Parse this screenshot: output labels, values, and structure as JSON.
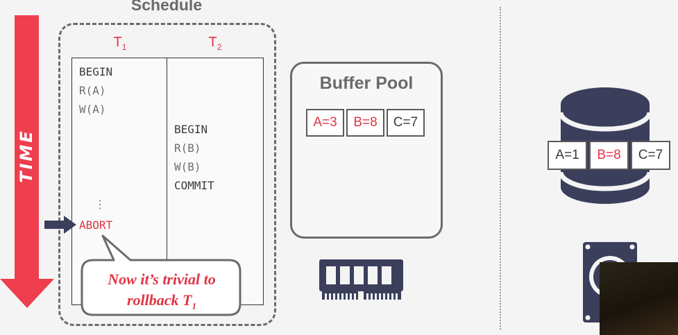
{
  "time_label": "TIME",
  "schedule": {
    "title": "Schedule",
    "t1_header": {
      "base": "T",
      "sub": "1"
    },
    "t2_header": {
      "base": "T",
      "sub": "2"
    },
    "t1_ops": [
      "BEGIN",
      "R(A)",
      "W(A)"
    ],
    "t2_ops": [
      "BEGIN",
      "R(B)",
      "W(B)",
      "COMMIT"
    ],
    "ellipsis": "⋮",
    "abort": "ABORT"
  },
  "callout": {
    "line1": "Now it’s trivial to",
    "line2_base": "rollback T",
    "line2_sub": "1"
  },
  "buffer_pool": {
    "title": "Buffer Pool",
    "cells": [
      {
        "label": "A=3",
        "color": "#e03545"
      },
      {
        "label": "B=8",
        "color": "#e03545"
      },
      {
        "label": "C=7",
        "color": "#3a3a3a"
      }
    ]
  },
  "disk": {
    "cells": [
      {
        "label": "A=1",
        "color": "#3a3a3a"
      },
      {
        "label": "B=8",
        "color": "#e03545"
      },
      {
        "label": "C=7",
        "color": "#3a3a3a"
      }
    ]
  },
  "colors": {
    "accent_red": "#e03545",
    "icon_navy": "#3b3f5c",
    "gray": "#6b6b6b"
  }
}
